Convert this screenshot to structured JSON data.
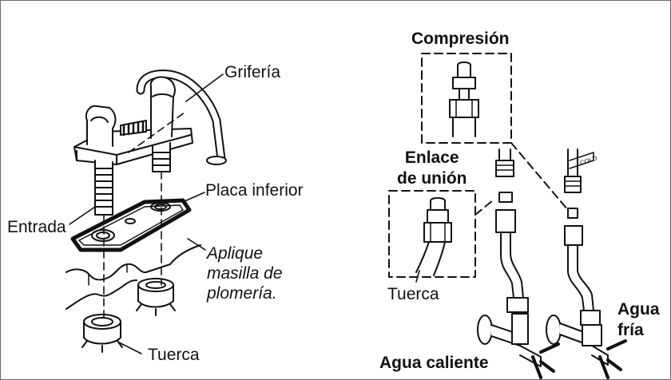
{
  "labels": {
    "griferia": "Grifería",
    "placa_inferior": "Placa inferior",
    "entrada": "Entrada",
    "aplique_line1": "Aplique",
    "aplique_line2": "masilla de",
    "aplique_line3": "plomería.",
    "tuerca_left": "Tuerca",
    "compresion": "Compresión",
    "enlace_line1": "Enlace",
    "enlace_line2": "de unión",
    "tuerca_right": "Tuerca",
    "agua_caliente": "Agua caliente",
    "agua_fria_line1": "Agua",
    "agua_fria_line2": "fría",
    "tube_marking": "COLD"
  },
  "colors": {
    "ink": "#111111",
    "frame": "#6a6a6a",
    "background": "#ffffff"
  }
}
